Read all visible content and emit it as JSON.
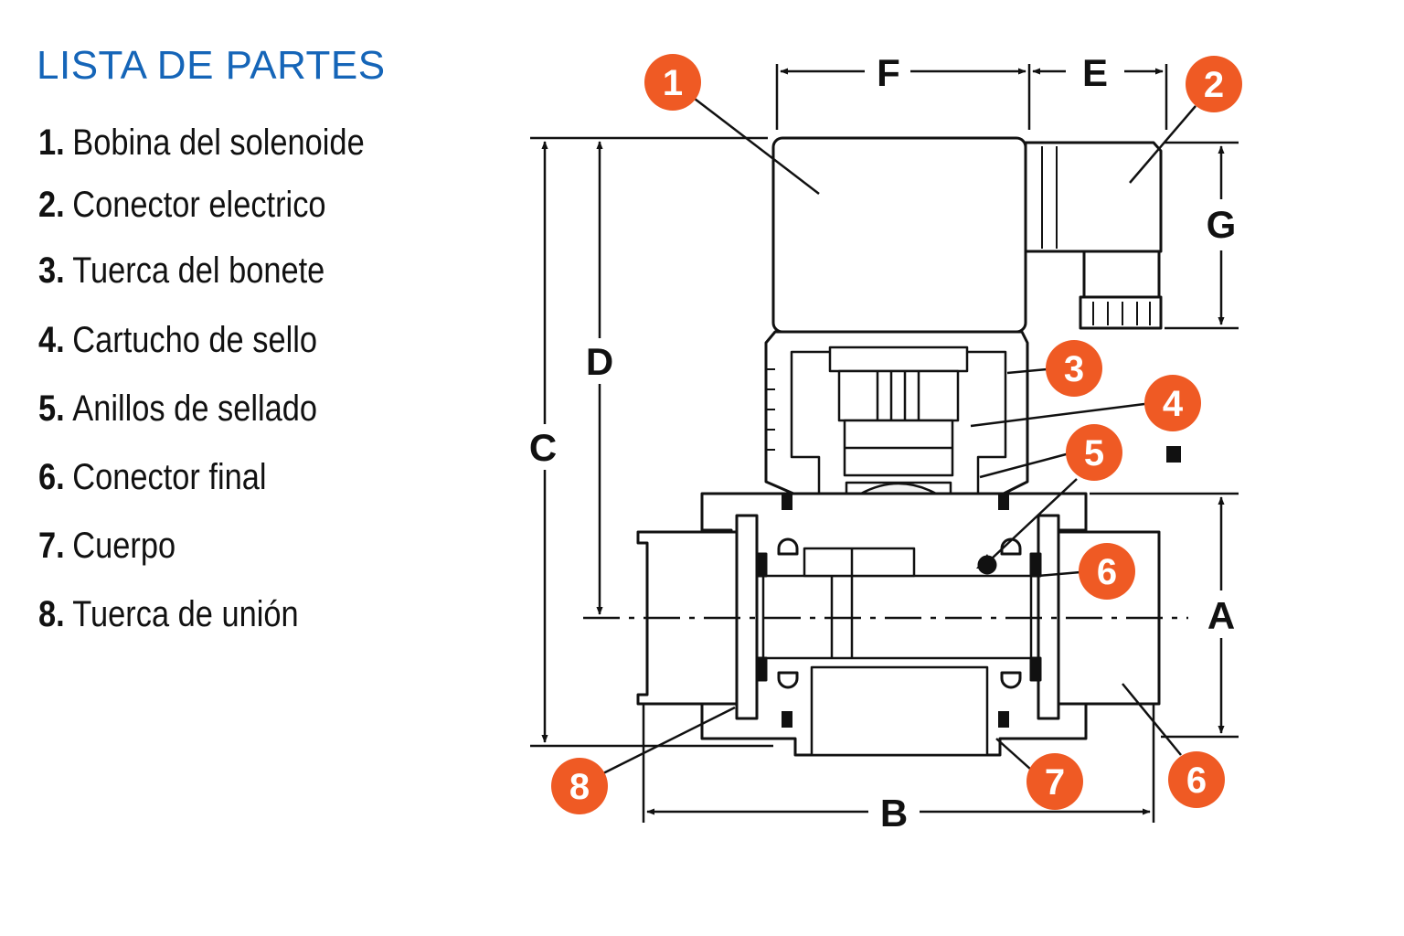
{
  "parts_list": {
    "title": "LISTA DE PARTES",
    "items": [
      {
        "number": "1.",
        "label": "Bobina del solenoide"
      },
      {
        "number": "2.",
        "label": "Conector electrico"
      },
      {
        "number": "3.",
        "label": "Tuerca del bonete"
      },
      {
        "number": "4.",
        "label": "Cartucho de sello"
      },
      {
        "number": "5.",
        "label": "Anillos de sellado"
      },
      {
        "number": "6.",
        "label": "Conector final"
      },
      {
        "number": "7.",
        "label": "Cuerpo"
      },
      {
        "number": "8.",
        "label": "Tuerca de unión"
      }
    ]
  },
  "dimensions": {
    "a": "A",
    "b": "B",
    "c": "C",
    "d": "D",
    "e": "E",
    "f": "F",
    "g": "G"
  },
  "callouts": {
    "c1": "1",
    "c2": "2",
    "c3": "3",
    "c4": "4",
    "c5": "5",
    "c6a": "6",
    "c6b": "6",
    "c7": "7",
    "c8": "8"
  },
  "colors": {
    "title": "#1565b8",
    "callout": "#ef5a24",
    "line": "#111111"
  }
}
